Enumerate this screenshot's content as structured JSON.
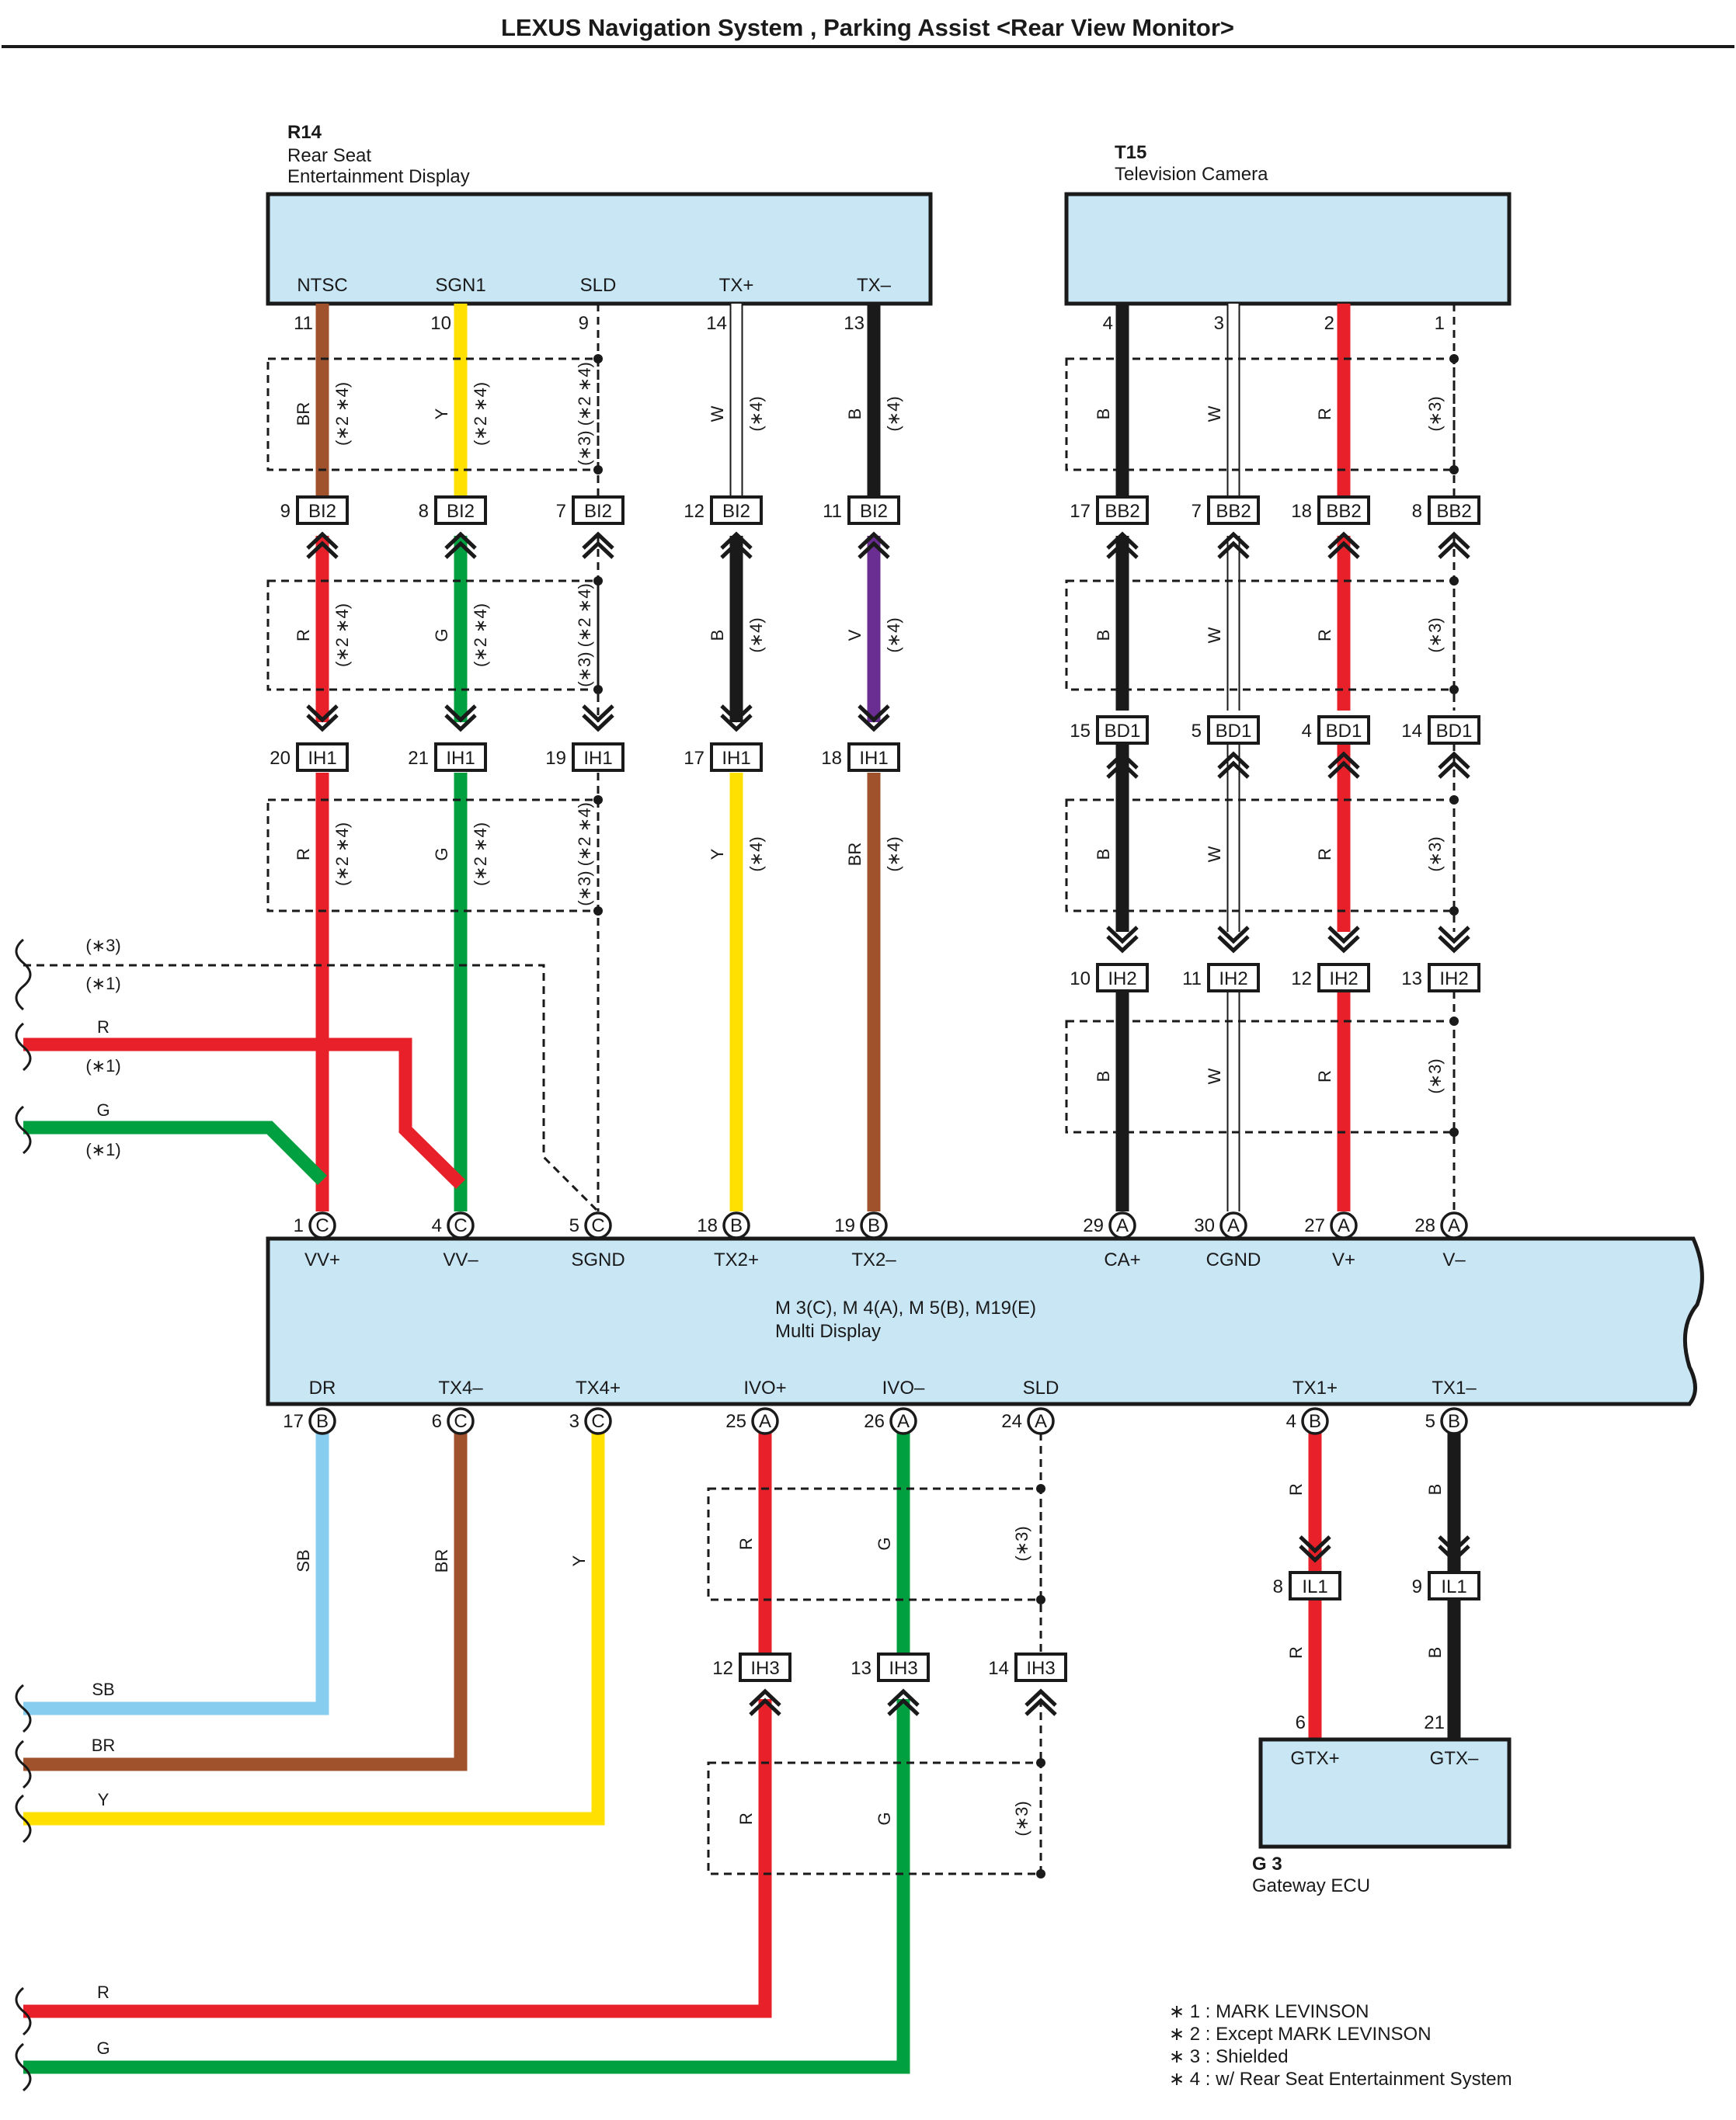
{
  "title": "LEXUS Navigation System , Parking Assist <Rear View Monitor>",
  "colors": {
    "BR": "#a0522d",
    "Y": "#ffe000",
    "W": "#ffffff",
    "B": "#1a1a1a",
    "R": "#e8202a",
    "G": "#00a040",
    "V": "#6a2d91",
    "SB": "#87cdf0",
    "component_fill": "#c9e6f5"
  },
  "components": {
    "r14": {
      "id": "R14",
      "name_line1": "Rear Seat",
      "name_line2": "Entertainment Display",
      "pins": [
        "NTSC",
        "SGN1",
        "SLD",
        "TX+",
        "TX–"
      ],
      "pin_numbers": [
        "11",
        "10",
        "9",
        "14",
        "13"
      ]
    },
    "t15": {
      "id": "T15",
      "name": "Television Camera",
      "pin_numbers": [
        "4",
        "3",
        "2",
        "1"
      ]
    },
    "multi_display": {
      "id": "M 3(C), M 4(A), M 5(B), M19(E)",
      "name": "Multi Display",
      "top_pins": [
        "VV+",
        "VV–",
        "SGND",
        "TX2+",
        "TX2–",
        "CA+",
        "CGND",
        "V+",
        "V–"
      ],
      "top_nums": [
        "1",
        "4",
        "5",
        "18",
        "19",
        "29",
        "30",
        "27",
        "28"
      ],
      "top_conn": [
        "C",
        "C",
        "C",
        "B",
        "B",
        "A",
        "A",
        "A",
        "A"
      ],
      "bottom_pins": [
        "DR",
        "TX4–",
        "TX4+",
        "IVO+",
        "IVO–",
        "SLD",
        "TX1+",
        "TX1–"
      ],
      "bottom_nums": [
        "17",
        "6",
        "3",
        "25",
        "26",
        "24",
        "4",
        "5"
      ],
      "bottom_conn": [
        "B",
        "C",
        "C",
        "A",
        "A",
        "A",
        "B",
        "B"
      ]
    },
    "g3": {
      "id": "G 3",
      "name": "Gateway ECU",
      "pins": [
        "GTX+",
        "GTX–"
      ],
      "pin_numbers": [
        "6",
        "21"
      ]
    }
  },
  "connectors": {
    "bi2": {
      "label": "BI2",
      "pins": [
        "9",
        "8",
        "7",
        "12",
        "11"
      ]
    },
    "ih1": {
      "label": "IH1",
      "pins": [
        "20",
        "21",
        "19",
        "17",
        "18"
      ]
    },
    "bb2": {
      "label": "BB2",
      "pins": [
        "17",
        "7",
        "18",
        "8"
      ]
    },
    "bd1": {
      "label": "BD1",
      "pins": [
        "15",
        "5",
        "4",
        "14"
      ]
    },
    "ih2": {
      "label": "IH2",
      "pins": [
        "10",
        "11",
        "12",
        "13"
      ]
    },
    "ih3": {
      "label": "IH3",
      "pins": [
        "12",
        "13",
        "14"
      ]
    },
    "il1": {
      "label": "IL1",
      "pins": [
        "8",
        "9"
      ]
    }
  },
  "wires": {
    "r14_upper": {
      "colors": [
        "BR",
        "Y",
        "",
        "W",
        "B"
      ],
      "notes": [
        "(∗2 ∗4)",
        "(∗2 ∗4)",
        "(∗3) (∗2 ∗4)",
        "(∗4)",
        "(∗4)"
      ]
    },
    "r14_middle": {
      "colors": [
        "R",
        "G",
        "",
        "B",
        "V"
      ],
      "notes": [
        "(∗2 ∗4)",
        "(∗2 ∗4)",
        "(∗3) (∗2 ∗4)",
        "(∗4)",
        "(∗4)"
      ]
    },
    "r14_lower": {
      "colors": [
        "R",
        "G",
        "",
        "Y",
        "BR"
      ],
      "notes": [
        "(∗2 ∗4)",
        "(∗2 ∗4)",
        "(∗3) (∗2 ∗4)",
        "(∗4)",
        "(∗4)"
      ]
    },
    "t15_sections": {
      "colors": [
        "B",
        "W",
        "R"
      ],
      "note": "(∗3)"
    },
    "left_inputs": {
      "shield_note": "(∗3)",
      "shield_note2": "(∗1)",
      "r_label": "R",
      "r_note": "(∗1)",
      "g_label": "G",
      "g_note": "(∗1)"
    },
    "bottom_left": {
      "colors": [
        "SB",
        "BR",
        "Y"
      ]
    },
    "ih3_upper": {
      "colors": [
        "R",
        "G"
      ],
      "note": "(∗3)"
    },
    "ih3_lower": {
      "colors": [
        "R",
        "G"
      ],
      "note": "(∗3)"
    },
    "bottom_rg": {
      "colors": [
        "R",
        "G"
      ]
    },
    "il1_wires": {
      "upper": [
        "R",
        "B"
      ],
      "lower": [
        "R",
        "B"
      ]
    }
  },
  "legend": [
    "∗ 1 : MARK LEVINSON",
    "∗ 2 : Except MARK LEVINSON",
    "∗ 3 : Shielded",
    "∗ 4 : w/ Rear Seat Entertainment System"
  ]
}
